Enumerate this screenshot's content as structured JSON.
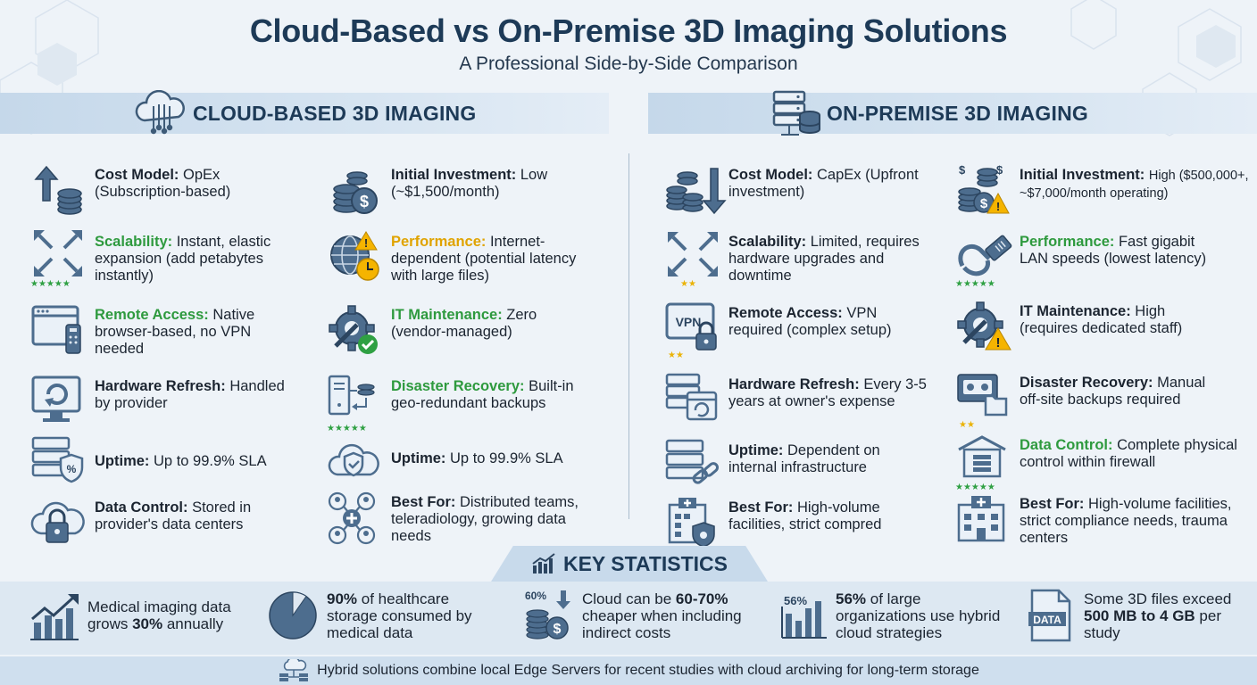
{
  "title": "Cloud-Based vs On-Premise 3D Imaging Solutions",
  "subtitle": "A Professional Side-by-Side Comparison",
  "cloud": {
    "header": "CLOUD-BASED 3D IMAGING",
    "items": [
      {
        "label": "Cost Model:",
        "text": "OpEx (Subscription-based)",
        "label_color": "dark",
        "icon": "cost-arrow-icon"
      },
      {
        "label": "Initial Investment:",
        "text": "Low (~$1,500/month)",
        "label_color": "dark",
        "icon": "coin-stack-icon"
      },
      {
        "label": "Scalability:",
        "text": "Instant, elastic expansion (add petabytes instantly)",
        "label_color": "green",
        "icon": "expand-arrows-icon",
        "stars": "★★★★★"
      },
      {
        "label": "Performance:",
        "text": "Internet-dependent (potential latency with large files)",
        "label_color": "yellow",
        "icon": "globe-clock-icon"
      },
      {
        "label": "Remote Access:",
        "text": "Native browser-based, no VPN needed",
        "label_color": "green",
        "icon": "browser-remote-icon"
      },
      {
        "label": "IT Maintenance:",
        "text": "Zero (vendor-managed)",
        "label_color": "green",
        "icon": "gear-check-icon"
      },
      {
        "label": "Hardware Refresh:",
        "text": "Handled by provider",
        "label_color": "dark",
        "icon": "monitor-refresh-icon"
      },
      {
        "label": "Disaster Recovery:",
        "text": "Built-in geo-redundant backups",
        "label_color": "green",
        "icon": "server-backup-icon",
        "stars": "★★★★★"
      },
      {
        "label": "Uptime:",
        "text": "Up to 99.9% SLA",
        "label_color": "dark",
        "icon": "server-shield-icon"
      },
      {
        "label": "Uptime:",
        "text": "Up to 99.9% SLA",
        "label_color": "dark",
        "icon": "cloud-shield-icon"
      },
      {
        "label": "Data Control:",
        "text": "Stored in provider's data centers",
        "label_color": "dark",
        "icon": "cloud-lock-icon"
      },
      {
        "label": "Best For:",
        "text": "Distributed teams, teleradiology, growing data needs",
        "label_color": "dark",
        "icon": "team-network-icon"
      }
    ]
  },
  "onprem": {
    "header": "ON-PREMISE 3D IMAGING",
    "items": [
      {
        "label": "Cost Model:",
        "text": "CapEx (Upfront investment)",
        "label_color": "dark",
        "icon": "coins-down-icon"
      },
      {
        "label": "Initial Investment:",
        "text": "High ($500,000+, ~$7,000/month operating)",
        "label_color": "dark",
        "icon": "coin-stack-warning-icon",
        "small": true
      },
      {
        "label": "Scalability:",
        "text": "Limited, requires hardware upgrades and downtime",
        "label_color": "dark",
        "icon": "expand-arrows-icon",
        "stars": "★★"
      },
      {
        "label": "Performance:",
        "text": "Fast gigabit LAN speeds (lowest latency)",
        "label_color": "green",
        "icon": "ethernet-cable-icon",
        "stars": "★★★★★"
      },
      {
        "label": "Remote Access:",
        "text": "VPN required (complex setup)",
        "label_color": "dark",
        "icon": "vpn-lock-icon",
        "stars": "★★"
      },
      {
        "label": "IT Maintenance:",
        "text": "High (requires dedicated staff)",
        "label_color": "dark",
        "icon": "gear-warning-icon"
      },
      {
        "label": "Hardware Refresh:",
        "text": "Every 3-5 years at owner's expense",
        "label_color": "dark",
        "icon": "server-calendar-icon"
      },
      {
        "label": "Disaster Recovery:",
        "text": "Manual off-site backups required",
        "label_color": "dark",
        "icon": "tape-folder-icon",
        "stars": "★★"
      },
      {
        "label": "Uptime:",
        "text": "Dependent on internal infrastructure",
        "label_color": "dark",
        "icon": "server-link-icon"
      },
      {
        "label": "Data Control:",
        "text": "Complete physical control within firewall",
        "label_color": "green",
        "icon": "building-server-icon",
        "stars": "★★★★★"
      },
      {
        "label": "Best For:",
        "text": "High-volume facilities, strict compred",
        "label_color": "dark",
        "icon": "hospital-shield-icon"
      },
      {
        "label": "Best For:",
        "text": "High-volume facilities, strict compliance needs, trauma centers",
        "label_color": "dark",
        "icon": "hospital-icon"
      }
    ]
  },
  "key_stats": {
    "header": "KEY STATISTICS",
    "items": [
      {
        "icon": "growth-chart-icon",
        "parts": [
          "Medical imaging data grows ",
          "30%",
          " annually"
        ]
      },
      {
        "icon": "pie-chart-icon",
        "parts": [
          "",
          "90%",
          " of healthcare storage consumed by medical data"
        ]
      },
      {
        "icon": "coins-percent-icon",
        "icon_text": "60%",
        "parts": [
          "Cloud can be ",
          "60-70%",
          " cheaper when including indirect costs"
        ]
      },
      {
        "icon": "bar-chart-icon",
        "icon_text": "56%",
        "parts": [
          "",
          "56%",
          " of large organizations use hybrid cloud strategies"
        ]
      },
      {
        "icon": "data-file-icon",
        "icon_text": "DATA",
        "parts": [
          "Some 3D files exceed ",
          "500 MB to 4 GB",
          " per study"
        ]
      }
    ]
  },
  "footer": "Hybrid solutions combine local Edge Servers for recent studies with cloud archiving for long-term storage",
  "colors": {
    "dark_blue": "#1d3a57",
    "green": "#2e9a3e",
    "yellow": "#e0a300",
    "icon_fill": "#4d6d8e",
    "warning": "#f5b400",
    "check": "#2fa043"
  }
}
